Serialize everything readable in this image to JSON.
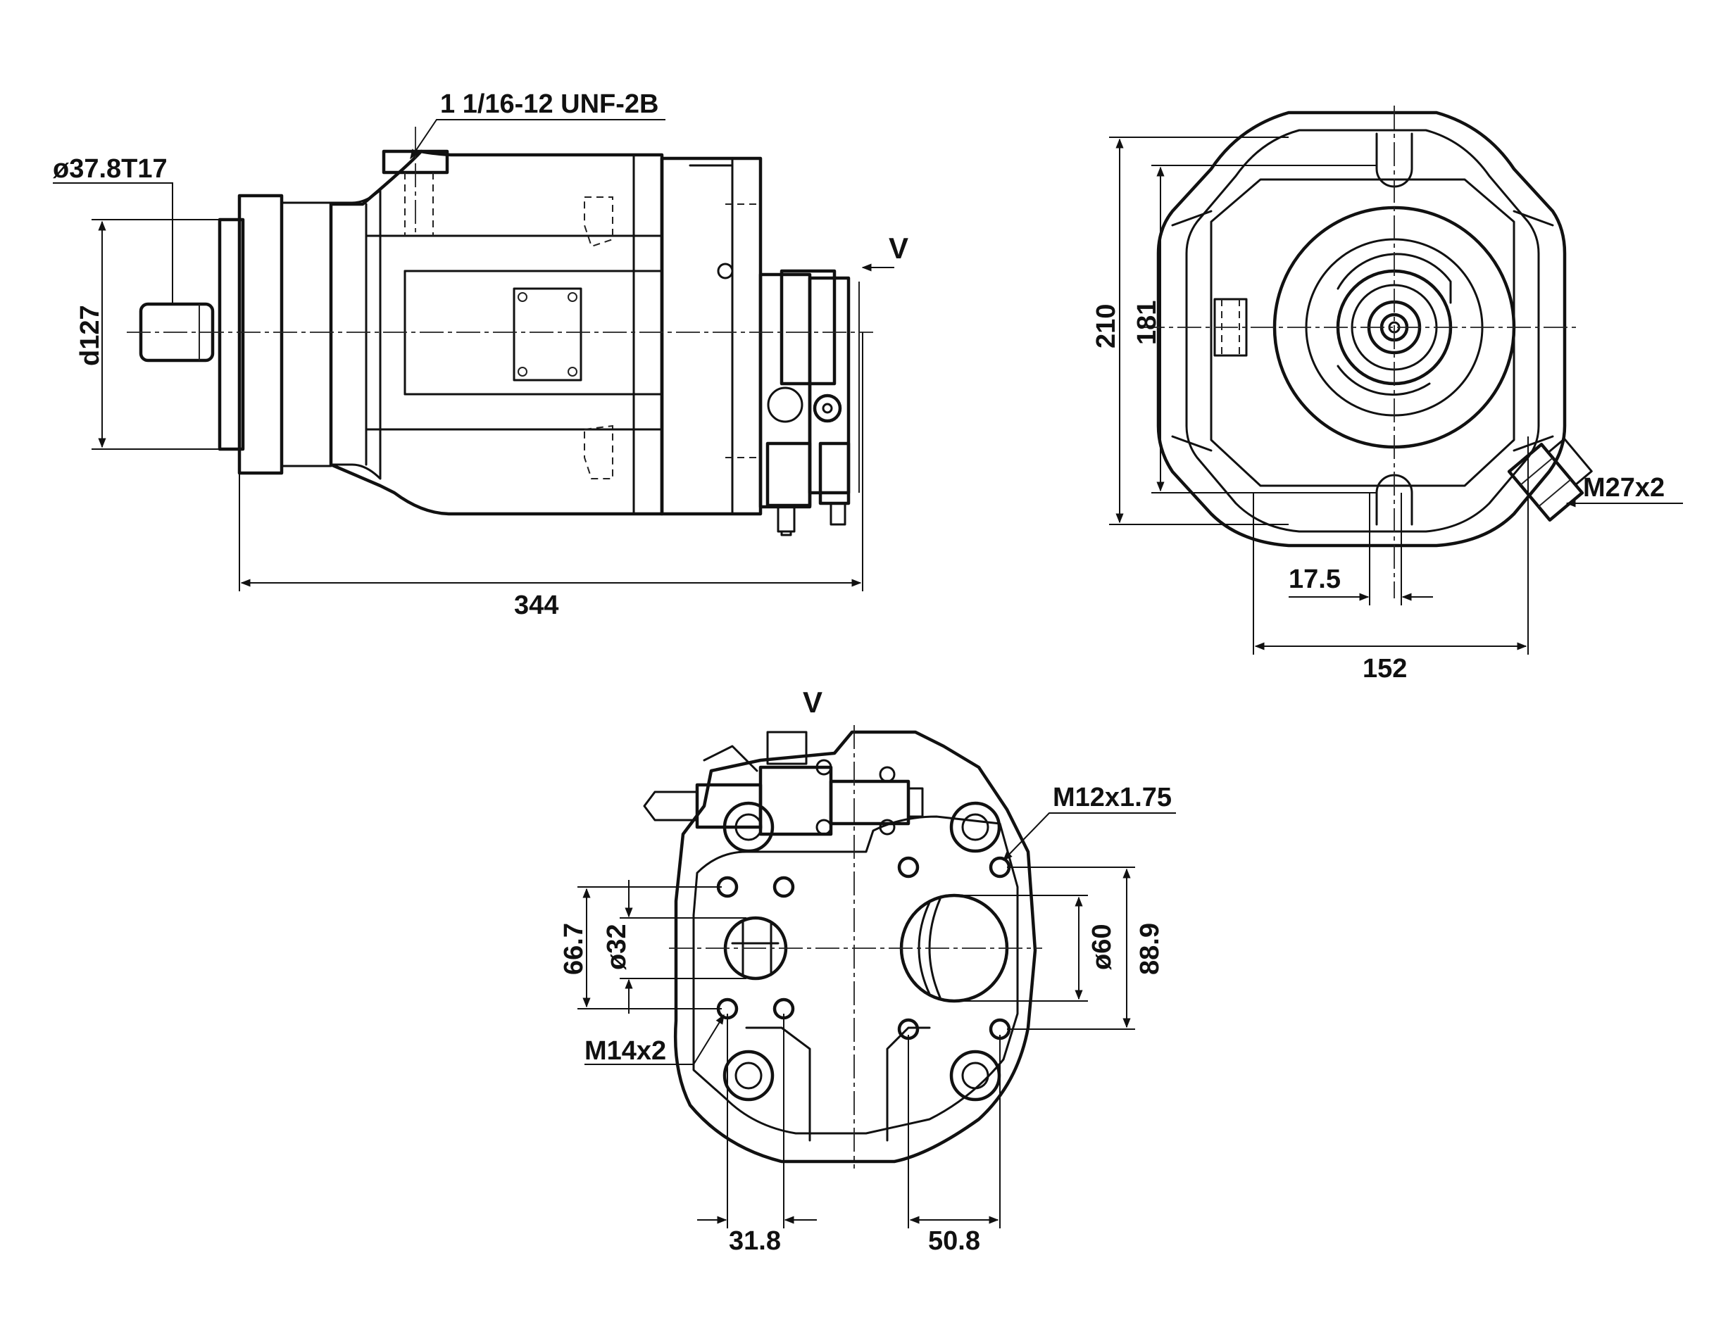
{
  "labels": {
    "port_thread": "1 1/16-12 UNF-2B",
    "shaft_spline": "ø37.8T17",
    "pilot_diameter": "d127",
    "overall_length": "344",
    "view_marker_side": "V",
    "view_marker_bottom": "V",
    "height_overall": "210",
    "height_mount": "181",
    "offset": "17.5",
    "width_overall": "152",
    "side_thread": "M27x2",
    "bolt_thread_large": "M12x1.75",
    "bolt_thread_small": "M14x2",
    "pattern_small_height": "66.7",
    "port_small_diameter": "ø32",
    "port_large_diameter": "ø60",
    "pattern_large_height": "88.9",
    "pattern_small_width": "31.8",
    "pattern_large_width": "50.8"
  }
}
